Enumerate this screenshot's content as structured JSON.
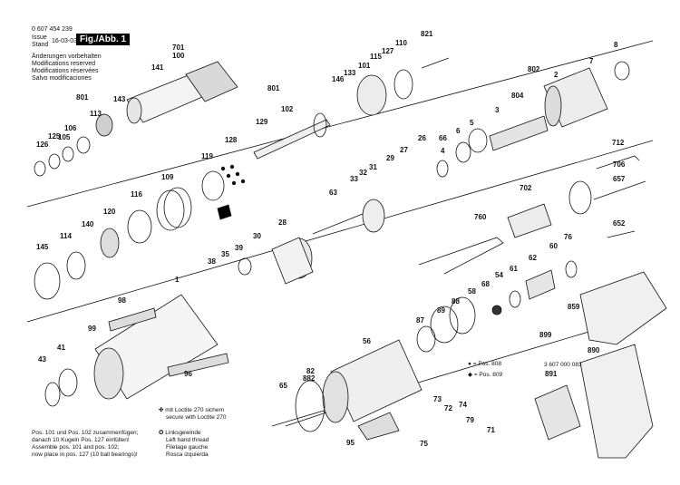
{
  "header": {
    "part_number": "0 607 454 239",
    "issue_label": "Issue",
    "stand_label": "Stand",
    "date": "16-03-03",
    "figure": "Fig./Abb. 1",
    "notices": [
      "Änderungen vorbehalten",
      "Modifications reserved",
      "Modifications réservées",
      "Salvo modificaciones"
    ]
  },
  "legend": {
    "pos808": "= Pos. 808",
    "pos809": "= Pos. 809",
    "loctite": [
      "mit Loctite 270 sichern",
      "secure with Loctite 270"
    ],
    "lefthand": [
      "Linksgewinde",
      "Left hand thread",
      "Filetage gauche",
      "Rosca izquierda"
    ],
    "assembly": [
      "Pos. 101 und Pos. 102 zusammenfügen;",
      "danach 10 Kugeln Pos. 127 einfüllen!",
      "Assemble pos. 101 and pos. 102;",
      "now place in pos. 127 (10 ball bearings)!"
    ],
    "alt_part": "3 607 000 083"
  },
  "labels": [
    "701",
    "100",
    "141",
    "143",
    "801",
    "113",
    "106",
    "105",
    "125",
    "126",
    "128",
    "129",
    "102",
    "801",
    "146",
    "133",
    "101",
    "115",
    "127",
    "110",
    "821",
    "8",
    "802",
    "2",
    "7",
    "119",
    "109",
    "116",
    "120",
    "140",
    "114",
    "145",
    "804",
    "3",
    "5",
    "6",
    "4",
    "66",
    "26",
    "27",
    "29",
    "31",
    "32",
    "33",
    "63",
    "712",
    "706",
    "702",
    "657",
    "760",
    "652",
    "28",
    "30",
    "39",
    "35",
    "38",
    "1",
    "98",
    "99",
    "96",
    "41",
    "43",
    "76",
    "62",
    "60",
    "61",
    "54",
    "68",
    "58",
    "88",
    "89",
    "87",
    "56",
    "82",
    "882",
    "65",
    "95",
    "73",
    "74",
    "72",
    "79",
    "75",
    "71",
    "859",
    "899",
    "890",
    "891"
  ]
}
